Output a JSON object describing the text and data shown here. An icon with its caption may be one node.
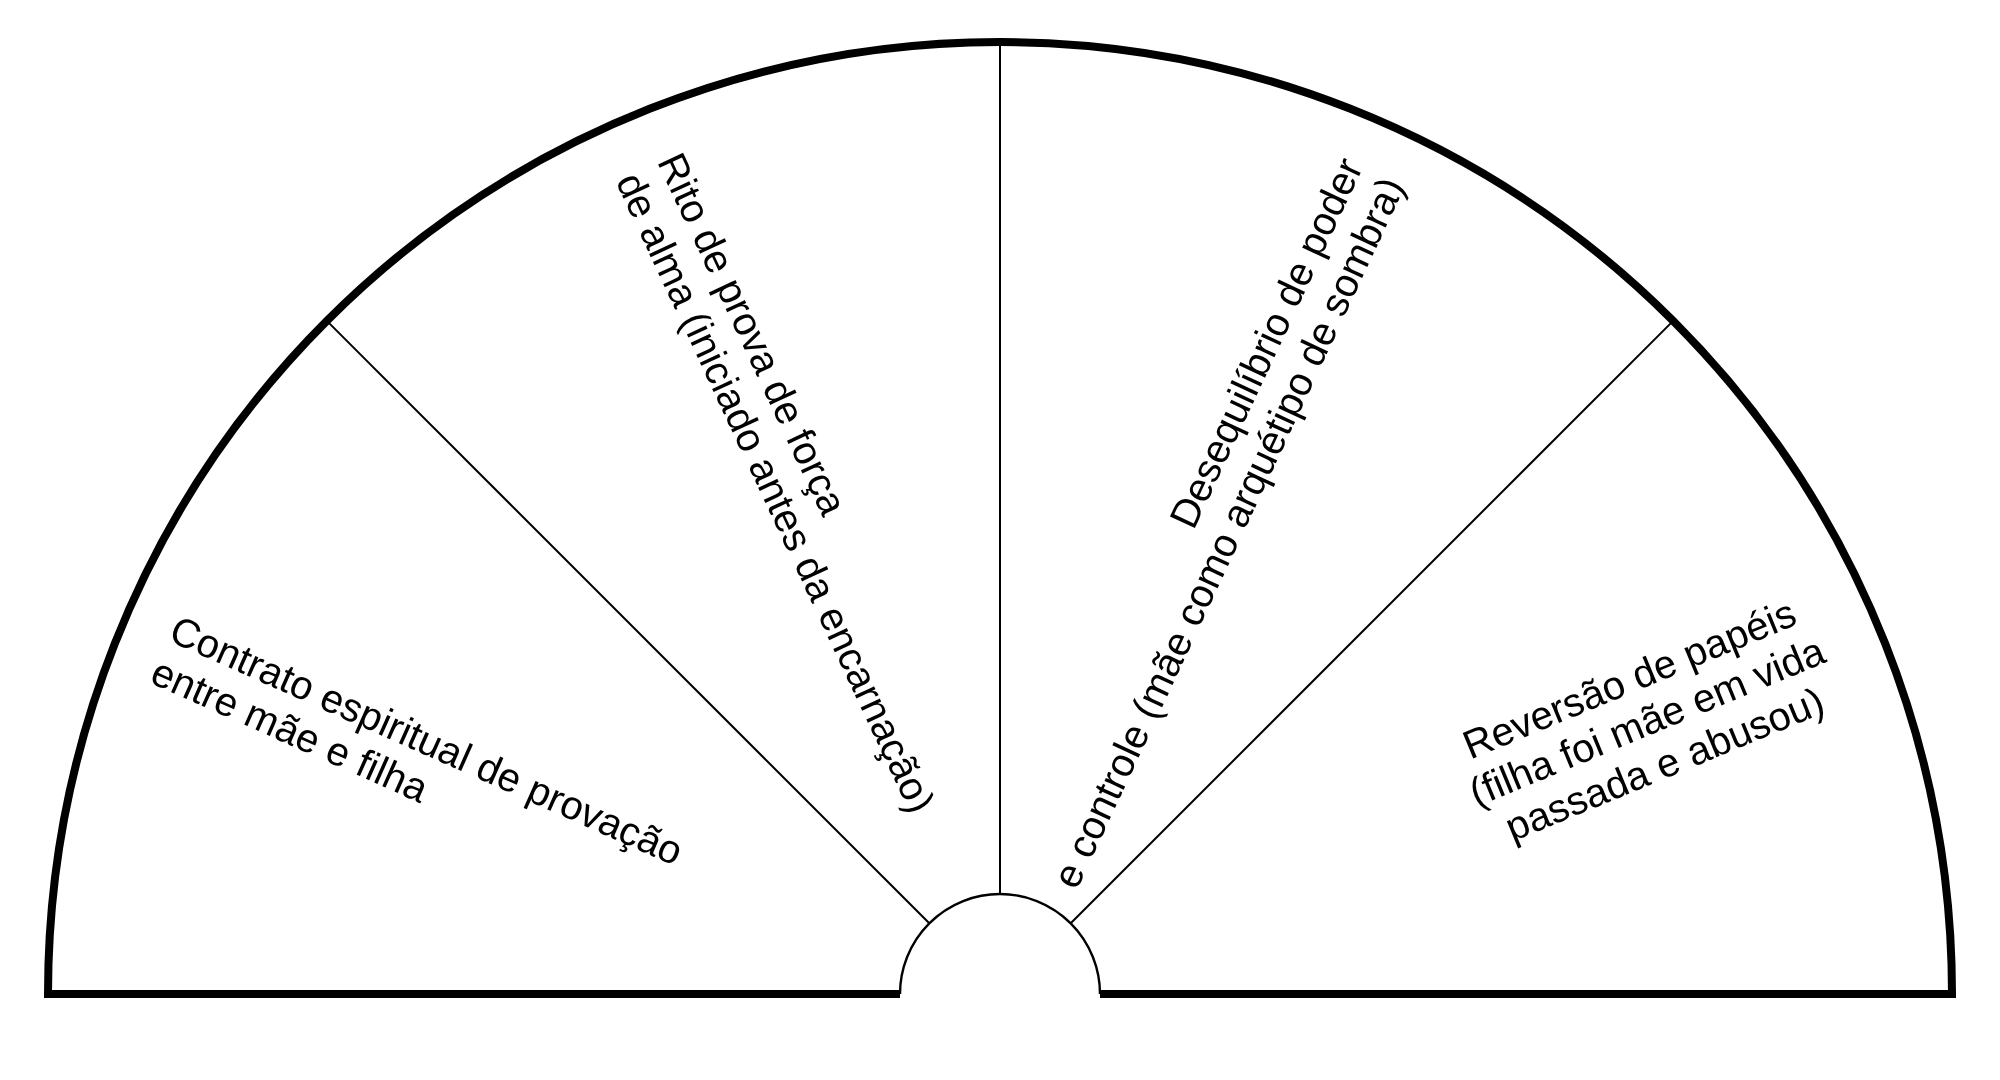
{
  "diagram": {
    "nodes": [
      {
        "text": [
          "Contrato espiritual de provação entre mãe e filha"
        ]
      },
      {
        "text": [
          "Rito de prova de força de alma (iniciado antes da encarnação)"
        ]
      },
      {
        "text": [
          "Desequilíbrio de poder e controle (mãe como arquétipo de sombra)"
        ]
      },
      {
        "text": [
          "Reversão de papéis (filha foi mãe em vida passada e abusou)"
        ]
      }
    ]
  }
}
